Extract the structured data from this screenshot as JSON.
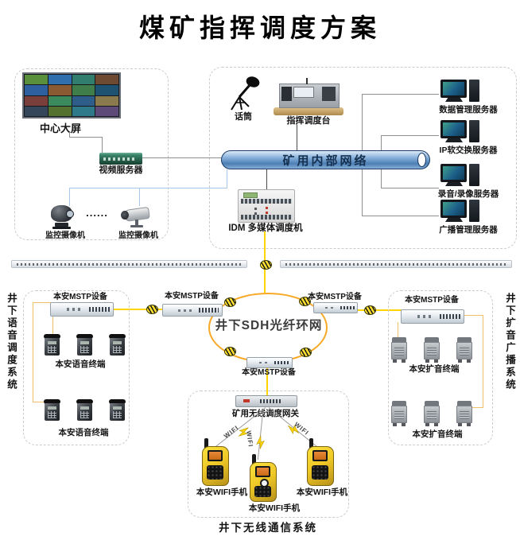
{
  "title": "煤矿指挥调度方案",
  "surface": {
    "big_screen_label": "中心大屏",
    "video_server_label": "视频服务器",
    "camera_label_1": "监控摄像机",
    "camera_label_2": "监控摄像机",
    "camera_dots": "......",
    "mic_label": "话筒",
    "console_label": "指挥调度台",
    "network_label": "矿用内部网络",
    "idm_label": "IDM 多媒体调度机",
    "servers": [
      "数据管理服务器",
      "IP软交换服务器",
      "录音/录像服务器",
      "广播管理服务器"
    ]
  },
  "ring": {
    "label": "井下SDH光纤环网",
    "mstp_top_left_label": "本安MSTP设备",
    "mstp_top_right_label": "本安MSTP设备",
    "mstp_bottom_label": "本安MSTP设备"
  },
  "voice_system": {
    "side_label": "井下语音调度系统",
    "mstp_label": "本安MSTP设备",
    "row1_label": "本安语音终端",
    "row2_label": "本安语音终端"
  },
  "broadcast_system": {
    "side_label": "井下扩音广播系统",
    "mstp_label": "本安MSTP设备",
    "row1_label": "本安扩音终端",
    "row2_label": "本安扩音终端"
  },
  "wireless_system": {
    "gateway_label": "矿用无线调度网关",
    "wifi_label_1": "WIFI",
    "wifi_label_2": "WIFI",
    "wifi_label_3": "WIFI",
    "phone_label_1": "本安WIFI手机",
    "phone_label_2": "本安WIFI手机",
    "phone_label_3": "本安WIFI手机",
    "system_label": "井下无线通信系统"
  },
  "video_wall_tiles": [
    "#5a8f3c",
    "#2f6fae",
    "#317d6e",
    "#6e4a33",
    "#2e5f9e",
    "#8a5a33",
    "#3f7d4a",
    "#1f5270",
    "#7a3f3a",
    "#3a8a5e",
    "#2f5d8a",
    "#8a7a4e",
    "#33465a",
    "#55712f",
    "#2e7a8a",
    "#5d4a78"
  ],
  "colors": {
    "network_pill": "#4c7fb4",
    "ring_stroke": "#f7a825",
    "fiber_yellow": "#ffd400",
    "box_wire_orange": "#f0c068",
    "camera_wire_blue": "#a9c7e8",
    "server_wire_gray": "#8f8f8f"
  }
}
